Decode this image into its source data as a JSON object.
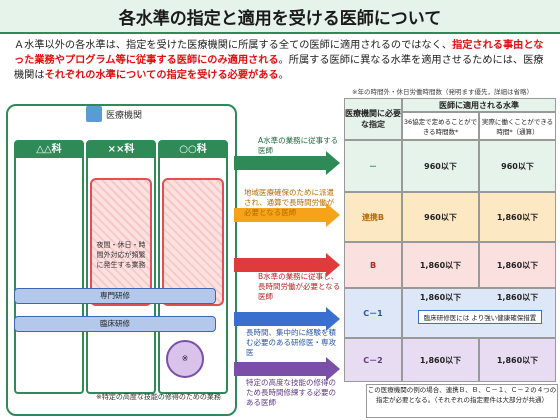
{
  "title": "各水準の指定と適用を受ける医師について",
  "intro": {
    "part1": "Ａ水準以外の各水準は、指定を受けた医療機関に所属する全ての医師に適用されるのではなく、",
    "part2_red": "指定される事由となった業務やプログラム等に従事する医師にのみ適用される",
    "part3": "。所属する医師に異なる水準を適用させるためには、医療機関は",
    "part4_red": "それぞれの水準についての指定を受ける必要がある",
    "part5": "。"
  },
  "hospital": {
    "label": "医療機関",
    "depts": [
      "△△科",
      "××科",
      "○○科"
    ]
  },
  "panel": {
    "red_note": "夜間・休日・時間外対応が頻繁に発生する業務",
    "specialty_training": "専門研修",
    "clinical_training": "臨床研修",
    "footnote": "※特定の高度な技能の修得のための業務",
    "star": "※"
  },
  "mid_labels": {
    "a": "A水準の業務に従事する医師",
    "renkei_b": "地域医療確保のために派遣され、通算で長時間労働が必要となる医師",
    "b": "B水準の業務に従事し、長時間労働が必要となる医師",
    "c1": "長時間、集中的に経験を積む必要のある研修医・専攻医",
    "c2": "特定の高度な技能の修得のため長時間修練する必要のある医師"
  },
  "table": {
    "top_note": "※年の時間外・休日労働時間数（発明ます優先，詳細は省略）",
    "col_level": "医療機関に必要な指定",
    "col_applied": "医師に適用される水準",
    "sub1": "36協定で定めることができる時間数*",
    "sub2": "実際に働くことができる時間*（通算）",
    "rows": [
      {
        "level": "－",
        "v1": "960以下",
        "v2": "960以下"
      },
      {
        "level": "連携B",
        "v1": "960以下",
        "v2": "1,860以下"
      },
      {
        "level": "B",
        "v1": "1,860以下",
        "v2": "1,860以下"
      },
      {
        "level": "C－1",
        "v1": "1,860以下",
        "v2": "1,860以下",
        "note": "臨床研修医には より強い健康確保措置"
      },
      {
        "level": "C－2",
        "v1": "1,860以下",
        "v2": "1,860以下"
      }
    ],
    "bottom_note": "この医療機関の例の場合、連携Ｂ、Ｂ、Ｃ－１、Ｃ－２の４つの指定が必要となる。（それぞれの指定要件は大部分が共通）"
  }
}
